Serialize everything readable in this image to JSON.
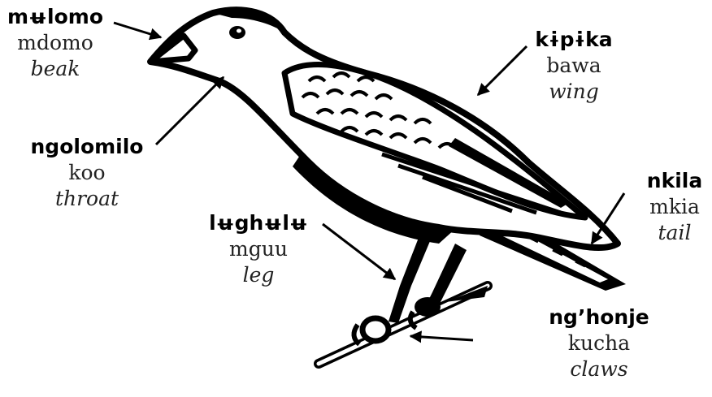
{
  "labels": {
    "beak": {
      "local": "mʉlomo",
      "swahili": "mdomo",
      "english": "beak"
    },
    "throat": {
      "local": "ngolomilo",
      "swahili": "koo",
      "english": "throat"
    },
    "wing": {
      "local": "kɨpɨka",
      "swahili": "bawa",
      "english": "wing"
    },
    "tail": {
      "local": "nkila",
      "swahili": "mkia",
      "english": "tail"
    },
    "leg": {
      "local": "lʉghʉlʉ",
      "swahili": "mguu",
      "english": "leg"
    },
    "claws": {
      "local": "ng’honje",
      "swahili": "kucha",
      "english": "claws"
    }
  },
  "colors": {
    "ink": "#000000",
    "text": "#222222",
    "background": "#ffffff"
  }
}
